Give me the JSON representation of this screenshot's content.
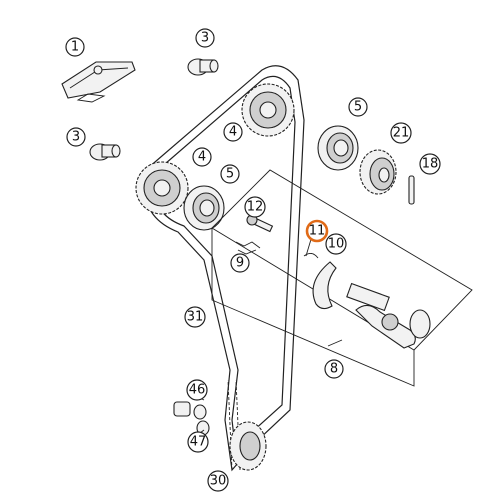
{
  "diagram": {
    "highlight_color": "#e06a17",
    "callouts": [
      {
        "id": "c1",
        "label": "1",
        "highlighted": false
      },
      {
        "id": "c3a",
        "label": "3",
        "highlighted": false
      },
      {
        "id": "c3b",
        "label": "3",
        "highlighted": false
      },
      {
        "id": "c4a",
        "label": "4",
        "highlighted": false
      },
      {
        "id": "c4b",
        "label": "4",
        "highlighted": false
      },
      {
        "id": "c5a",
        "label": "5",
        "highlighted": false
      },
      {
        "id": "c5b",
        "label": "5",
        "highlighted": false
      },
      {
        "id": "c21",
        "label": "21",
        "highlighted": false
      },
      {
        "id": "c18",
        "label": "18",
        "highlighted": false
      },
      {
        "id": "c12",
        "label": "12",
        "highlighted": false
      },
      {
        "id": "c11",
        "label": "11",
        "highlighted": true
      },
      {
        "id": "c10",
        "label": "10",
        "highlighted": false
      },
      {
        "id": "c9",
        "label": "9",
        "highlighted": false
      },
      {
        "id": "c8",
        "label": "8",
        "highlighted": false
      },
      {
        "id": "c31",
        "label": "31",
        "highlighted": false
      },
      {
        "id": "c46",
        "label": "46",
        "highlighted": false
      },
      {
        "id": "c47",
        "label": "47",
        "highlighted": false
      },
      {
        "id": "c30",
        "label": "30",
        "highlighted": false
      }
    ]
  }
}
